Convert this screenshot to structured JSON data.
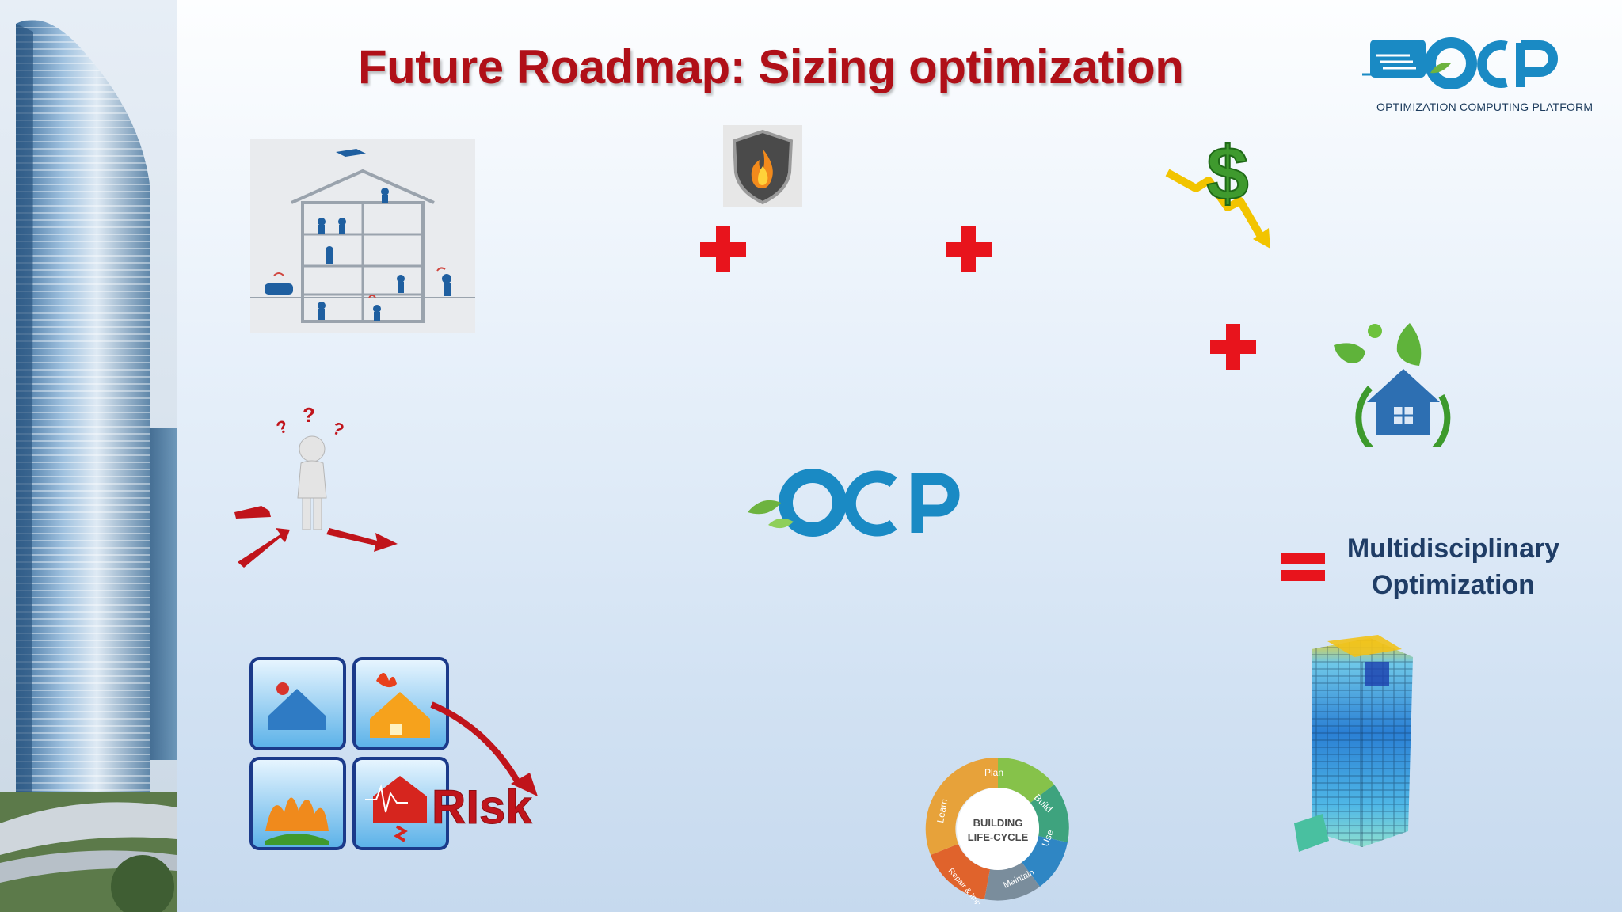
{
  "slide": {
    "title": "Future Roadmap: Sizing optimization",
    "logo": {
      "wordmark": "OCP",
      "subtitle": "OPTIMIZATION COMPUTING PLATFORM"
    },
    "center_logo": {
      "wordmark": "OCP"
    },
    "result": {
      "line1": "Multidisciplinary",
      "line2": "Optimization"
    },
    "lifecycle": {
      "center_line1": "BUILDING",
      "center_line2": "LIFE-CYCLE",
      "stages": [
        "Plan",
        "Build",
        "Use",
        "Maintain",
        "Repair & Improve",
        "Learn"
      ]
    },
    "risk_word": "RIsk",
    "icons": [
      "building-tower-photo",
      "house-vibration-icon",
      "fire-shield-icon",
      "dollar-down-icon",
      "green-house-icon",
      "decision-figure-icon",
      "hazard-risk-icon",
      "lifecycle-wheel-icon",
      "structural-model-icon"
    ],
    "colors": {
      "title": "#b01018",
      "plus": "#e8141c",
      "result_text": "#1f3d66",
      "logo_blue": "#1a8ac4",
      "logo_green": "#6db33f"
    }
  }
}
